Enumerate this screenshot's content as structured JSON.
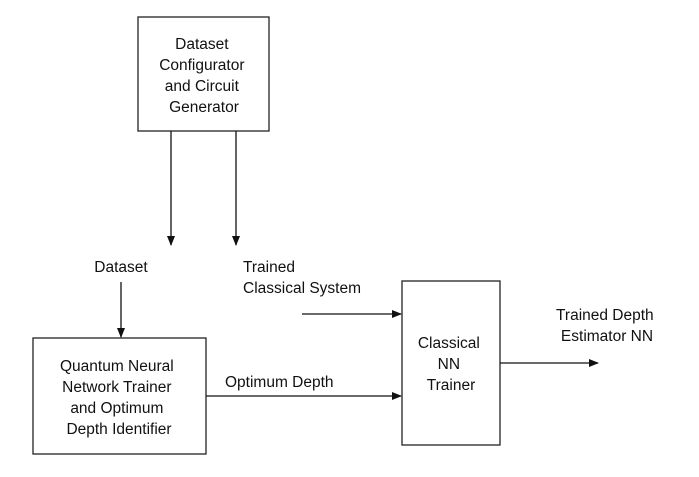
{
  "nodes": {
    "dataset_configurator": {
      "lines": [
        "Dataset",
        "Configurator",
        "and Circuit",
        "Generator"
      ]
    },
    "qnn_trainer": {
      "lines": [
        "Quantum Neural",
        "Network Trainer",
        "and Optimum",
        "Depth Identifier"
      ]
    },
    "classical_nn_trainer": {
      "lines": [
        "Classical",
        "NN",
        "Trainer"
      ]
    }
  },
  "labels": {
    "dataset": {
      "lines": [
        "Dataset"
      ]
    },
    "trained_classical_system": {
      "lines": [
        "Trained",
        "Classical System"
      ]
    },
    "optimum_depth": {
      "lines": [
        "Optimum Depth"
      ]
    },
    "trained_depth_estimator": {
      "lines": [
        "Trained Depth",
        "Estimator NN"
      ]
    }
  },
  "edges": [
    {
      "from": "dataset_configurator",
      "to": "dataset"
    },
    {
      "from": "dataset_configurator",
      "to": "trained_classical_system"
    },
    {
      "from": "dataset",
      "to": "qnn_trainer"
    },
    {
      "from": "trained_classical_system",
      "to": "classical_nn_trainer"
    },
    {
      "from": "qnn_trainer",
      "to": "classical_nn_trainer",
      "label": "optimum_depth"
    },
    {
      "from": "classical_nn_trainer",
      "to": "trained_depth_estimator"
    }
  ]
}
